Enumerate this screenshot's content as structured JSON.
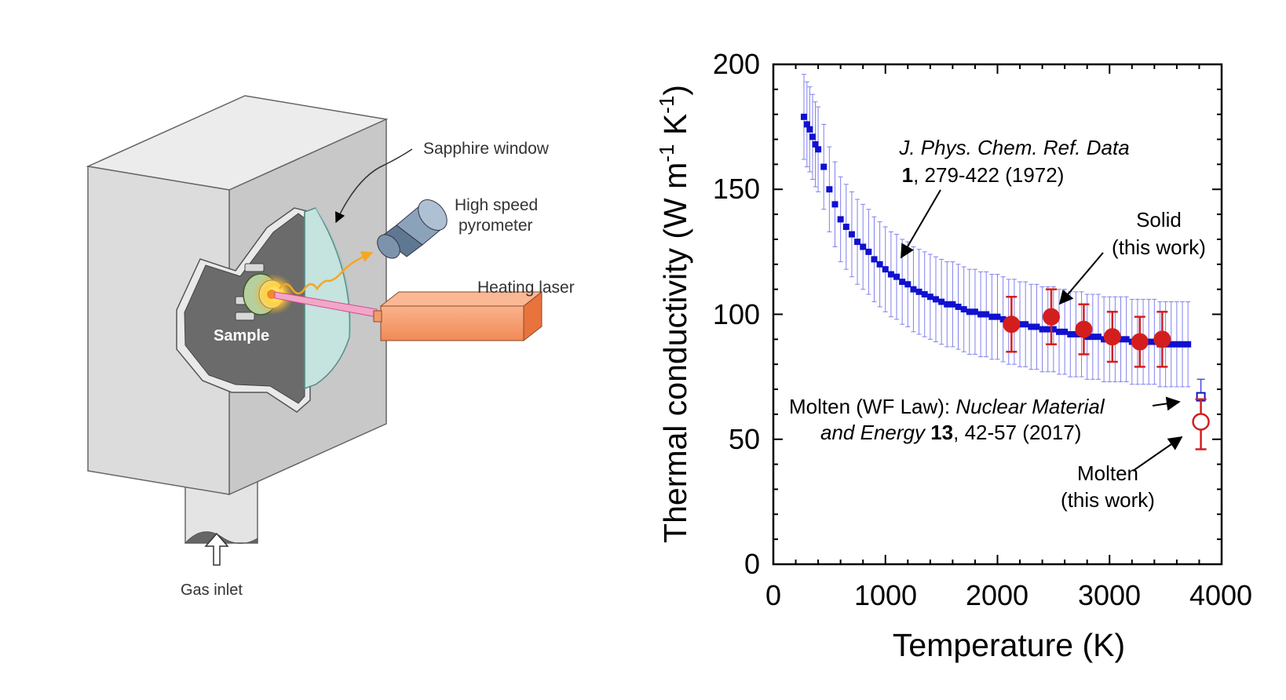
{
  "diagram": {
    "labels": {
      "sapphire_window": "Sapphire window",
      "pyrometer_line1": "High speed",
      "pyrometer_line2": "pyrometer",
      "heating_laser": "Heating laser",
      "sample": "Sample",
      "gas_inlet": "Gas inlet"
    },
    "colors": {
      "chamber": "#dedede",
      "cutaway": "#6b6b6b",
      "window": "#cfe8e4",
      "pyrometer": "#7e93ab",
      "laser": "#f49a6b",
      "beam": "#e05a9a",
      "signal": "#f5a623"
    }
  },
  "chart_data": {
    "type": "scatter",
    "xlabel": "Temperature (K)",
    "ylabel_main": "Thermal conductivity (W m",
    "ylabel_sup1": "-1",
    "ylabel_mid": " K",
    "ylabel_sup2": "-1",
    "ylabel_end": ")",
    "xlim": [
      0,
      4000
    ],
    "ylim": [
      0,
      200
    ],
    "x_ticks": [
      "0",
      "1000",
      "2000",
      "3000",
      "4000"
    ],
    "y_ticks": [
      "0",
      "50",
      "100",
      "150",
      "200"
    ],
    "grid": false,
    "series": [
      {
        "key": "reference",
        "color": "#1010d0",
        "marker": "small-square",
        "x": [
          273,
          300,
          325,
          350,
          375,
          400,
          450,
          500,
          550,
          600,
          650,
          700,
          750,
          800,
          850,
          900,
          950,
          1000,
          1050,
          1100,
          1150,
          1200,
          1250,
          1300,
          1350,
          1400,
          1450,
          1500,
          1550,
          1600,
          1650,
          1700,
          1750,
          1800,
          1850,
          1900,
          1950,
          2000,
          2050,
          2100,
          2150,
          2200,
          2250,
          2300,
          2350,
          2400,
          2450,
          2500,
          2550,
          2600,
          2650,
          2700,
          2750,
          2800,
          2850,
          2900,
          2950,
          3000,
          3050,
          3100,
          3150,
          3200,
          3250,
          3300,
          3350,
          3400,
          3450,
          3500,
          3550,
          3600,
          3650,
          3700
        ],
        "y": [
          179,
          176,
          174,
          171,
          168,
          166,
          159,
          150,
          144,
          138,
          135,
          132,
          129,
          127,
          125,
          122,
          120,
          118,
          116,
          115,
          113,
          112,
          110,
          109,
          108,
          107,
          106,
          105,
          104,
          104,
          103,
          102,
          101,
          101,
          100,
          100,
          99,
          99,
          98,
          97,
          97,
          96,
          96,
          95,
          95,
          94,
          94,
          94,
          93,
          93,
          92,
          92,
          92,
          91,
          91,
          91,
          90,
          90,
          90,
          90,
          90,
          89,
          89,
          89,
          89,
          89,
          88,
          88,
          88,
          88,
          88,
          88
        ],
        "err": 17
      },
      {
        "key": "solid",
        "color": "#d41e1e",
        "marker": "filled-circle",
        "x": [
          2125,
          2480,
          2770,
          3025,
          3270,
          3470
        ],
        "y": [
          96,
          99,
          94,
          91,
          89,
          90
        ],
        "err_plus": [
          11,
          11,
          10,
          10,
          10,
          11
        ],
        "err_minus": [
          11,
          11,
          10,
          10,
          10,
          11
        ]
      },
      {
        "key": "molten_wf",
        "color": "#1010d0",
        "marker": "open-square",
        "x": [
          3815
        ],
        "y": [
          67
        ],
        "err_plus": [
          7
        ],
        "err_minus": [
          7
        ]
      },
      {
        "key": "molten",
        "color": "#d41e1e",
        "marker": "open-circle",
        "x": [
          3815
        ],
        "y": [
          57
        ],
        "err_plus": [
          9
        ],
        "err_minus": [
          11
        ]
      }
    ],
    "annotations": {
      "ref_line1": "J. Phys. Chem. Ref. Data",
      "ref_line2_bold": "1",
      "ref_line2_rest": ", 279-422 (1972)",
      "solid_line1": "Solid",
      "solid_line2": "(this work)",
      "wf_line1_plain": "Molten (WF Law): ",
      "wf_line1_italic": "Nuclear Material",
      "wf_line2_italic": "and Energy ",
      "wf_line2_bold": "13",
      "wf_line2_rest": ", 42-57 (2017)",
      "molten_line1": "Molten",
      "molten_line2": "(this work)"
    }
  }
}
